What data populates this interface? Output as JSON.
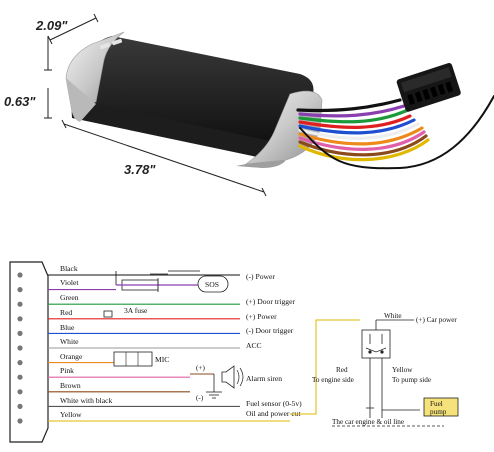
{
  "dimensions": {
    "length": "2.09\"",
    "height": "0.63\"",
    "width": "3.78\""
  },
  "wires": [
    {
      "name": "Black",
      "color": "#111111",
      "function": "(-) Power"
    },
    {
      "name": "Violet",
      "color": "#8a3fb0",
      "function": ""
    },
    {
      "name": "Green",
      "color": "#1c9a3a",
      "function": "(+) Door trigger"
    },
    {
      "name": "Red",
      "color": "#e02020",
      "function": "(+) Power"
    },
    {
      "name": "Blue",
      "color": "#1f4fd0",
      "function": "(-) Door trigger"
    },
    {
      "name": "White",
      "color": "#9a9a9a",
      "function": "ACC"
    },
    {
      "name": "Orange",
      "color": "#ee8a1c",
      "function": ""
    },
    {
      "name": "Pink",
      "color": "#e05fa8",
      "function": ""
    },
    {
      "name": "Brown",
      "color": "#8a4a1c",
      "function": "Alarm siren"
    },
    {
      "name": "White with black",
      "color": "#555555",
      "function": "Fuel sensor (0-5v)"
    },
    {
      "name": "Yellow",
      "color": "#e0b800",
      "function": "Oil and power cut"
    }
  ],
  "components": {
    "sos": "SOS",
    "fuse": "3A fuse",
    "mic": "MIC",
    "siren_plus": "(+)",
    "siren_minus": "(-)"
  },
  "relay": {
    "white_label": "White",
    "car_power": "(+) Car power",
    "red_label": "Red",
    "red_sub": "To engine side",
    "yellow_label": "Yellow",
    "yellow_sub": "To pump side",
    "fuel_pump": "Fuel pump",
    "bottom": "The car engine & oil line"
  }
}
